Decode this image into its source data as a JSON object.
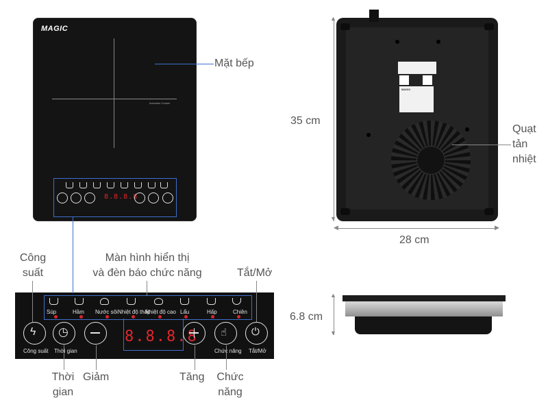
{
  "brand": "MAGIC",
  "cooktop": {
    "surface_text": "Induction Cooker"
  },
  "labels": {
    "mat_bep": "Mặt bếp",
    "quat_line1": "Quạt",
    "quat_line2": "tản",
    "quat_line3": "nhiệt",
    "cong_suat_line1": "Công",
    "cong_suat_line2": "suất",
    "man_hinh_line1": "Màn hình hiển thị",
    "man_hinh_line2": "và đèn báo chức năng",
    "tat_mo": "Tắt/Mở",
    "thoi_gian_line1": "Thời",
    "thoi_gian_line2": "gian",
    "giam": "Giảm",
    "tang": "Tăng",
    "chuc_nang_line1": "Chức",
    "chuc_nang_line2": "năng"
  },
  "dimensions": {
    "height": "35 cm",
    "width": "28 cm",
    "depth": "6.8 cm"
  },
  "panel": {
    "functions": [
      "Súp",
      "Hầm",
      "Nước sôi",
      "Nhiệt độ thấp",
      "Nhiệt độ cao",
      "Lẩu",
      "Hấp",
      "Chiên"
    ],
    "display": "8.8.8.8",
    "buttons": {
      "power": "Công suất",
      "timer": "Thời gian",
      "function": "Chức năng",
      "on_off": "Tắt/Mở"
    }
  },
  "colors": {
    "accent_line": "#3e6fd0",
    "led_red": "#e1262d",
    "body_dark": "#111111"
  }
}
